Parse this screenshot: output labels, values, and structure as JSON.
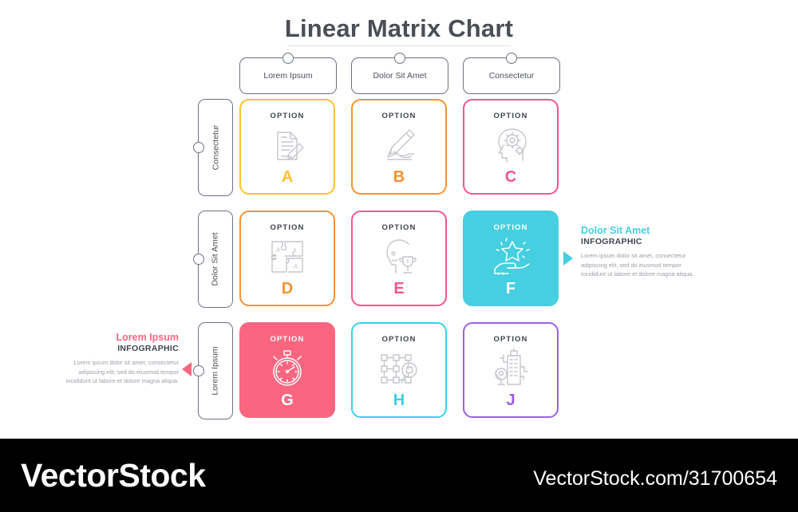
{
  "title": "Linear Matrix Chart",
  "columns": [
    {
      "label": "Lorem Ipsum"
    },
    {
      "label": "Dolor Sit Amet"
    },
    {
      "label": "Consectetur"
    }
  ],
  "rows": [
    {
      "label": "Consectetur"
    },
    {
      "label": "Dolor Sit Amet"
    },
    {
      "label": "Lorem Ipsum"
    }
  ],
  "option_word": "OPTION",
  "cards": [
    {
      "letter": "A",
      "icon": "document-pen-icon",
      "color": "#FDC134",
      "filled": false
    },
    {
      "letter": "B",
      "icon": "hand-writing-icon",
      "color": "#F79233",
      "filled": false
    },
    {
      "letter": "C",
      "icon": "head-gears-icon",
      "color": "#F5558D",
      "filled": false
    },
    {
      "letter": "D",
      "icon": "puzzle-pieces-icon",
      "color": "#F79233",
      "filled": false
    },
    {
      "letter": "E",
      "icon": "head-trophy-icon",
      "color": "#F5558D",
      "filled": false
    },
    {
      "letter": "F",
      "icon": "hand-star-icon",
      "color": "#45CFE0",
      "filled": true
    },
    {
      "letter": "G",
      "icon": "stopwatch-icon",
      "color": "#FA6680",
      "filled": true
    },
    {
      "letter": "H",
      "icon": "network-search-icon",
      "color": "#35D3E8",
      "filled": false
    },
    {
      "letter": "J",
      "icon": "building-pin-icon",
      "color": "#9B5FE8",
      "filled": false
    }
  ],
  "panels": {
    "right": {
      "heading": "Dolor Sit Amet",
      "subheading": "INFOGRAPHIC",
      "body": "Lorem ipsum dolor sit amet, consectetur adipiscing elit, sed do eiusmod tempor incididunt ut labore et dolore magna aliqua.",
      "accent": "#45CFE0"
    },
    "left": {
      "heading": "Lorem Ipsum",
      "subheading": "INFOGRAPHIC",
      "body": "Lorem ipsum dolor sit amet, consectetur adipiscing elit, sed do eiusmod tempor incididunt ut labore et dolore magna aliqua.",
      "accent": "#FA6680"
    }
  },
  "footer": {
    "brand": "VectorStock",
    "url": "VectorStock.com/31700654"
  }
}
